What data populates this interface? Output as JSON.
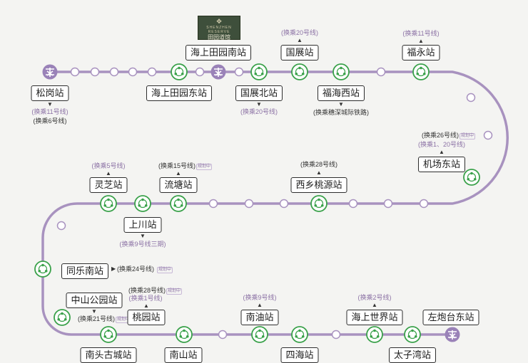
{
  "logo": {
    "text_en": "SHENZHEN RESERVE",
    "text_cn": "田园道馆"
  },
  "stations": {
    "songgang": "松岗站",
    "haishang_tianyuan_dong": "海上田园东站",
    "haishang_tianyuan_nan": "海上田园南站",
    "guozhan_bei": "国展北站",
    "guozhan": "国展站",
    "fuhai_xi": "福海西站",
    "fuyong": "福永站",
    "jichang_dong": "机场东站",
    "xixiang_taoyuan": "西乡桃源站",
    "liutang": "流塘站",
    "lingzhi": "灵芝站",
    "shangchuan": "上川站",
    "tongle_nan": "同乐南站",
    "zhongshan_gongyuan": "中山公园站",
    "taoyuan": "桃园站",
    "nantou_gucheng": "南头古城站",
    "nanshan": "南山站",
    "nanyou": "南油站",
    "sihai": "四海站",
    "haishang_shijie": "海上世界站",
    "taiziwan": "太子湾站",
    "zuopaotai_dong": "左炮台东站"
  },
  "transfers": {
    "songgang_11": "(换乘11号线)",
    "songgang_6": "(换乘6号线)",
    "guozhan_20": "(换乘20号线)",
    "guozhan_bei_20": "(换乘20号线)",
    "fuhai_xi_rail": "(换乘穗深城际铁路)",
    "fuyong_11": "(换乘11号线)",
    "jichang_26": "(换乘26号线)",
    "jichang_1_20": "(换乘1、20号线)",
    "xixiang_28": "(换乘28号线)",
    "liutang_15": "(换乘15号线)",
    "lingzhi_5": "(换乘5号线)",
    "shangchuan_9": "(换乘9号线三期)",
    "tongle_24": "(换乘24号线)",
    "taoyuan_28": "(换乘28号线)",
    "taoyuan_1": "(换乘1号线)",
    "zhongshan_21": "(换乘21号线)",
    "nanyou_9": "(换乘9号线)",
    "haishang_shijie_2": "(换乘2号线)"
  },
  "planning_tag": "规划中",
  "colors": {
    "line": "#a892bf",
    "station_green": "#3aa14a",
    "depot": "#9a82b8"
  }
}
